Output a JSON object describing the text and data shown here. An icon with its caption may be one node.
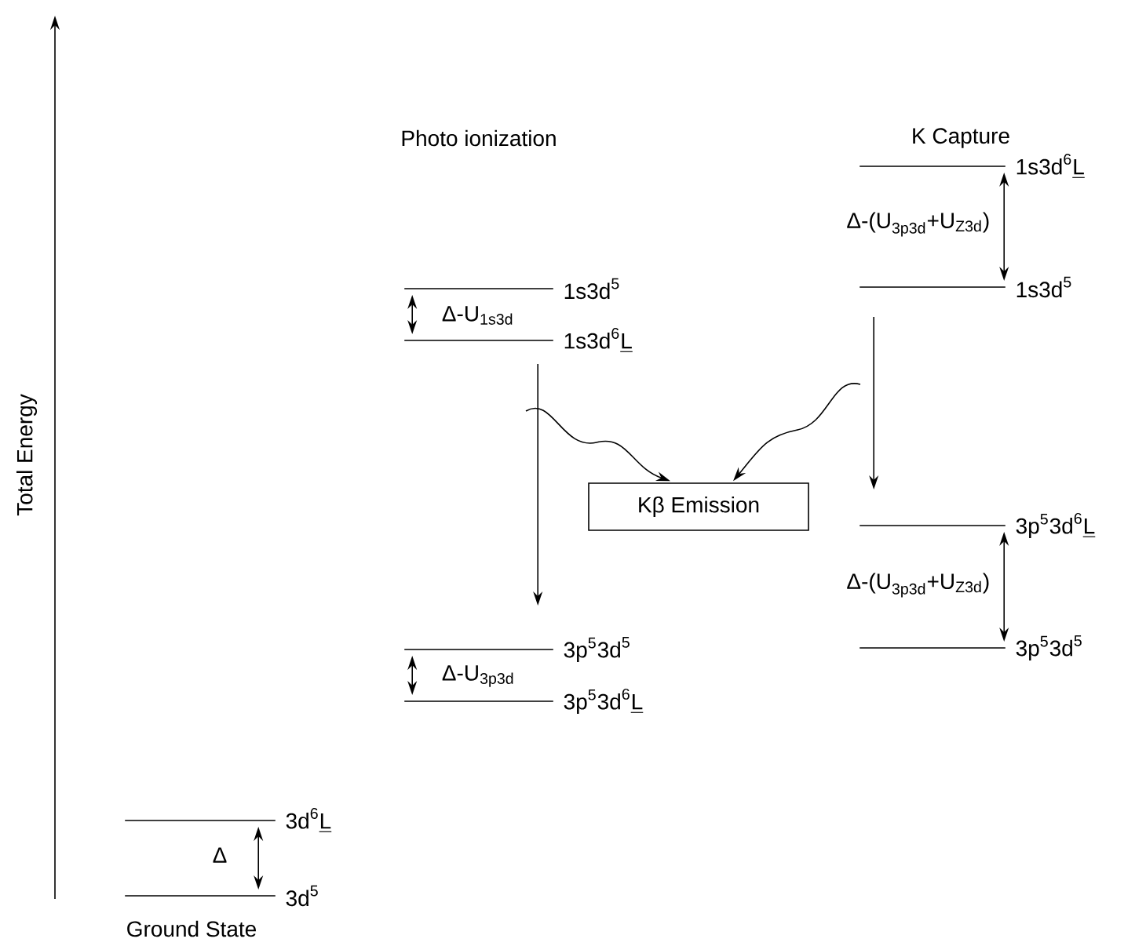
{
  "diagram": {
    "nodes": [
      {
        "text": [
          "\\text{1s3d}^{\\text{6}}\\underline{\\text{L}}"
        ]
      },
      {
        "text": [
          "\\text{1s3d}^{\\text{5}}"
        ]
      },
      {
        "text": [
          "\\text{1s3d}^{\\text{5}}"
        ]
      },
      {
        "text": [
          "\\text{1s3d}^{\\text{6}}\\underline{\\text{L}}"
        ]
      },
      {
        "text": [
          "Kβ Emission"
        ]
      },
      {
        "text": [
          "\\text{3p}^{\\text{5}}\\text{3d}^{\\text{6}}\\underline{\\text{L}}"
        ]
      },
      {
        "text": [
          "\\text{3p}^{\\text{5}}\\text{3d}^{\\text{5}}"
        ]
      },
      {
        "text": [
          "\\text{3p}^{\\text{5}}\\text{3d}^{\\text{5}}"
        ]
      },
      {
        "text": [
          "\\text{3p}^{\\text{5}}\\text{3d}^{\\text{6}}\\underline{\\text{L}}"
        ]
      },
      {
        "text": [
          "\\text{3d}^{\\text{6}}\\underline{\\text{L}}"
        ]
      },
      {
        "text": [
          "\\text{3d}^{\\text{5}}"
        ]
      }
    ],
    "edges": [
      {
        "from": 2,
        "to": 3,
        "arrow": "both",
        "label": "\\text{Δ-U}_{\\text{1s3d}}"
      },
      {
        "from": 3,
        "to": 7,
        "arrow": "to"
      },
      {
        "from": 0,
        "to": 1,
        "arrow": "both",
        "label": "\\text{Δ-(U}_{\\text{3p3d}}\\text{+U}_{\\text{Z3d}}\\text{)}"
      },
      {
        "from": 1,
        "to": 5,
        "arrow": "to"
      },
      {
        "from": null,
        "to": 4,
        "arrow": "to"
      },
      {
        "from": null,
        "to": 4,
        "arrow": "to"
      },
      {
        "from": 5,
        "to": 6,
        "arrow": "both",
        "label": "\\text{Δ-(U}_{\\text{3p3d}}\\text{+U}_{\\text{Z3d}}\\text{)}"
      },
      {
        "from": 7,
        "to": 8,
        "arrow": "both",
        "label": "\\text{Δ-U}_{\\text{3p3d}}"
      },
      {
        "from": 9,
        "to": 10,
        "arrow": "both",
        "label": "\\text{Δ}"
      }
    ],
    "labels": [
      "Total Energy",
      "Photo ionization",
      "K Capture",
      "Ground State"
    ]
  }
}
